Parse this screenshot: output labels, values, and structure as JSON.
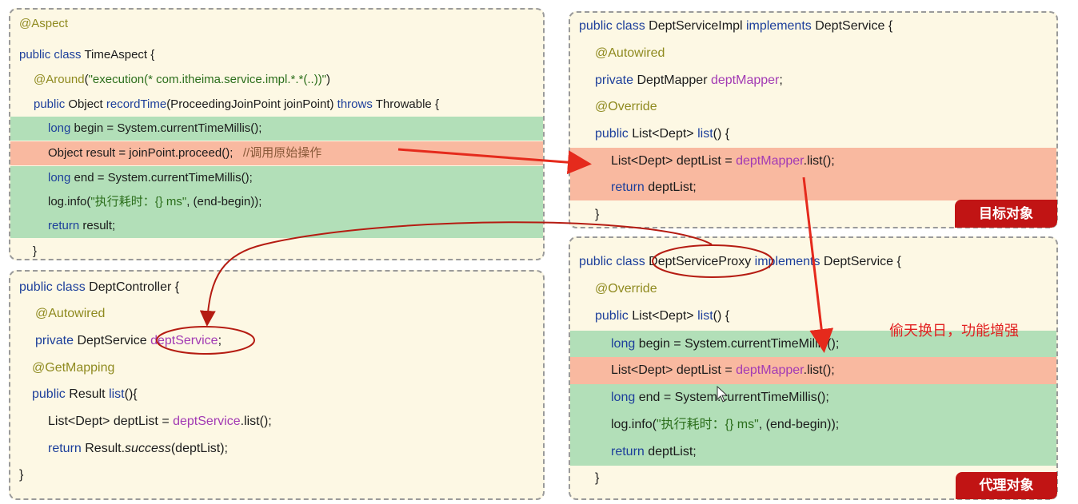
{
  "time_aspect": {
    "annotation_aspect": "@Aspect",
    "class_decl": {
      "kw": "public class",
      "name": " TimeAspect {"
    },
    "around": {
      "ann": "@Around",
      "open": "(",
      "expr": "\"execution(* com.itheima.service.impl.*.*(..))\"",
      "close": ")"
    },
    "method": {
      "kw": "public",
      "ret": " Object ",
      "name": "recordTime",
      "params": "(ProceedingJoinPoint joinPoint) ",
      "throws": "throws",
      "rest": " Throwable {"
    },
    "l_begin": {
      "kw": "long",
      "rest": " begin = System.currentTimeMillis();"
    },
    "l_proceed": {
      "code": "Object result = joinPoint.proceed();   ",
      "comment": "//调用原始操作"
    },
    "l_end": {
      "kw": "long",
      "rest": " end = System.currentTimeMillis();"
    },
    "l_log": {
      "pre": "log.info(",
      "str": "\"执行耗时：{} ms\"",
      "post": ", (end-begin));"
    },
    "l_return": {
      "kw": "return",
      "rest": " result;"
    },
    "close": "}"
  },
  "dept_controller": {
    "class_decl": {
      "kw": "public class",
      "name": " DeptController {"
    },
    "autowired": "@Autowired",
    "field": {
      "kw": "private",
      "type": " DeptService ",
      "name": "deptService",
      "semi": ";"
    },
    "getmapping": "@GetMapping",
    "method": {
      "kw": "public",
      "ret": " Result ",
      "name": "list",
      "rest": "(){"
    },
    "l_list": {
      "pre": "List<Dept> deptList = ",
      "fld": "deptService",
      "post": ".list();"
    },
    "l_return": {
      "kw": "return",
      "pre": " Result.",
      "it": "success",
      "post": "(deptList);"
    },
    "close": "}"
  },
  "dept_service_impl": {
    "class_decl": {
      "kw": "public class",
      "name": " DeptServiceImpl ",
      "impl": "implements",
      "iface": " DeptService {"
    },
    "autowired": "@Autowired",
    "field": {
      "kw": "private",
      "type": " DeptMapper ",
      "name": "deptMapper",
      "semi": ";"
    },
    "override": "@Override",
    "method": {
      "kw": "public",
      "ret": " List<Dept> ",
      "name": "list",
      "rest": "() {"
    },
    "l_list": {
      "pre": "List<Dept> deptList = ",
      "fld": "deptMapper",
      "post": ".list();"
    },
    "l_return": {
      "kw": "return",
      "rest": " deptList;"
    },
    "close": "}",
    "tag": "目标对象"
  },
  "dept_service_proxy": {
    "class_decl": {
      "kw": "public class",
      "name": "DeptServiceProxy",
      "impl": "implements",
      "iface": " DeptService {"
    },
    "override": "@Override",
    "method": {
      "kw": "public",
      "ret": " List<Dept> ",
      "name": "list",
      "rest": "() {"
    },
    "l_begin": {
      "kw": "long",
      "rest": " begin = System.currentTimeMillis();"
    },
    "l_list": {
      "pre": "List<Dept> deptList = ",
      "fld": "deptMapper",
      "post": ".list();"
    },
    "l_end": {
      "kw": "long",
      "rest": " end = System.currentTimeMillis();"
    },
    "l_log": {
      "pre": "log.info(",
      "str": "\"执行耗时：{} ms\"",
      "post": ", (end-begin));"
    },
    "l_return": {
      "kw": "return",
      "rest": " deptList;"
    },
    "close": "}",
    "tag": "代理对象"
  },
  "note": "偷天换日，功能增强",
  "colors": {
    "highlight_green": "#b2dfb8",
    "highlight_red": "#f9b9a0",
    "tag_bg": "#c11414",
    "arrow": "#e52a1c",
    "curve": "#b51c12",
    "note": "#e12020"
  }
}
